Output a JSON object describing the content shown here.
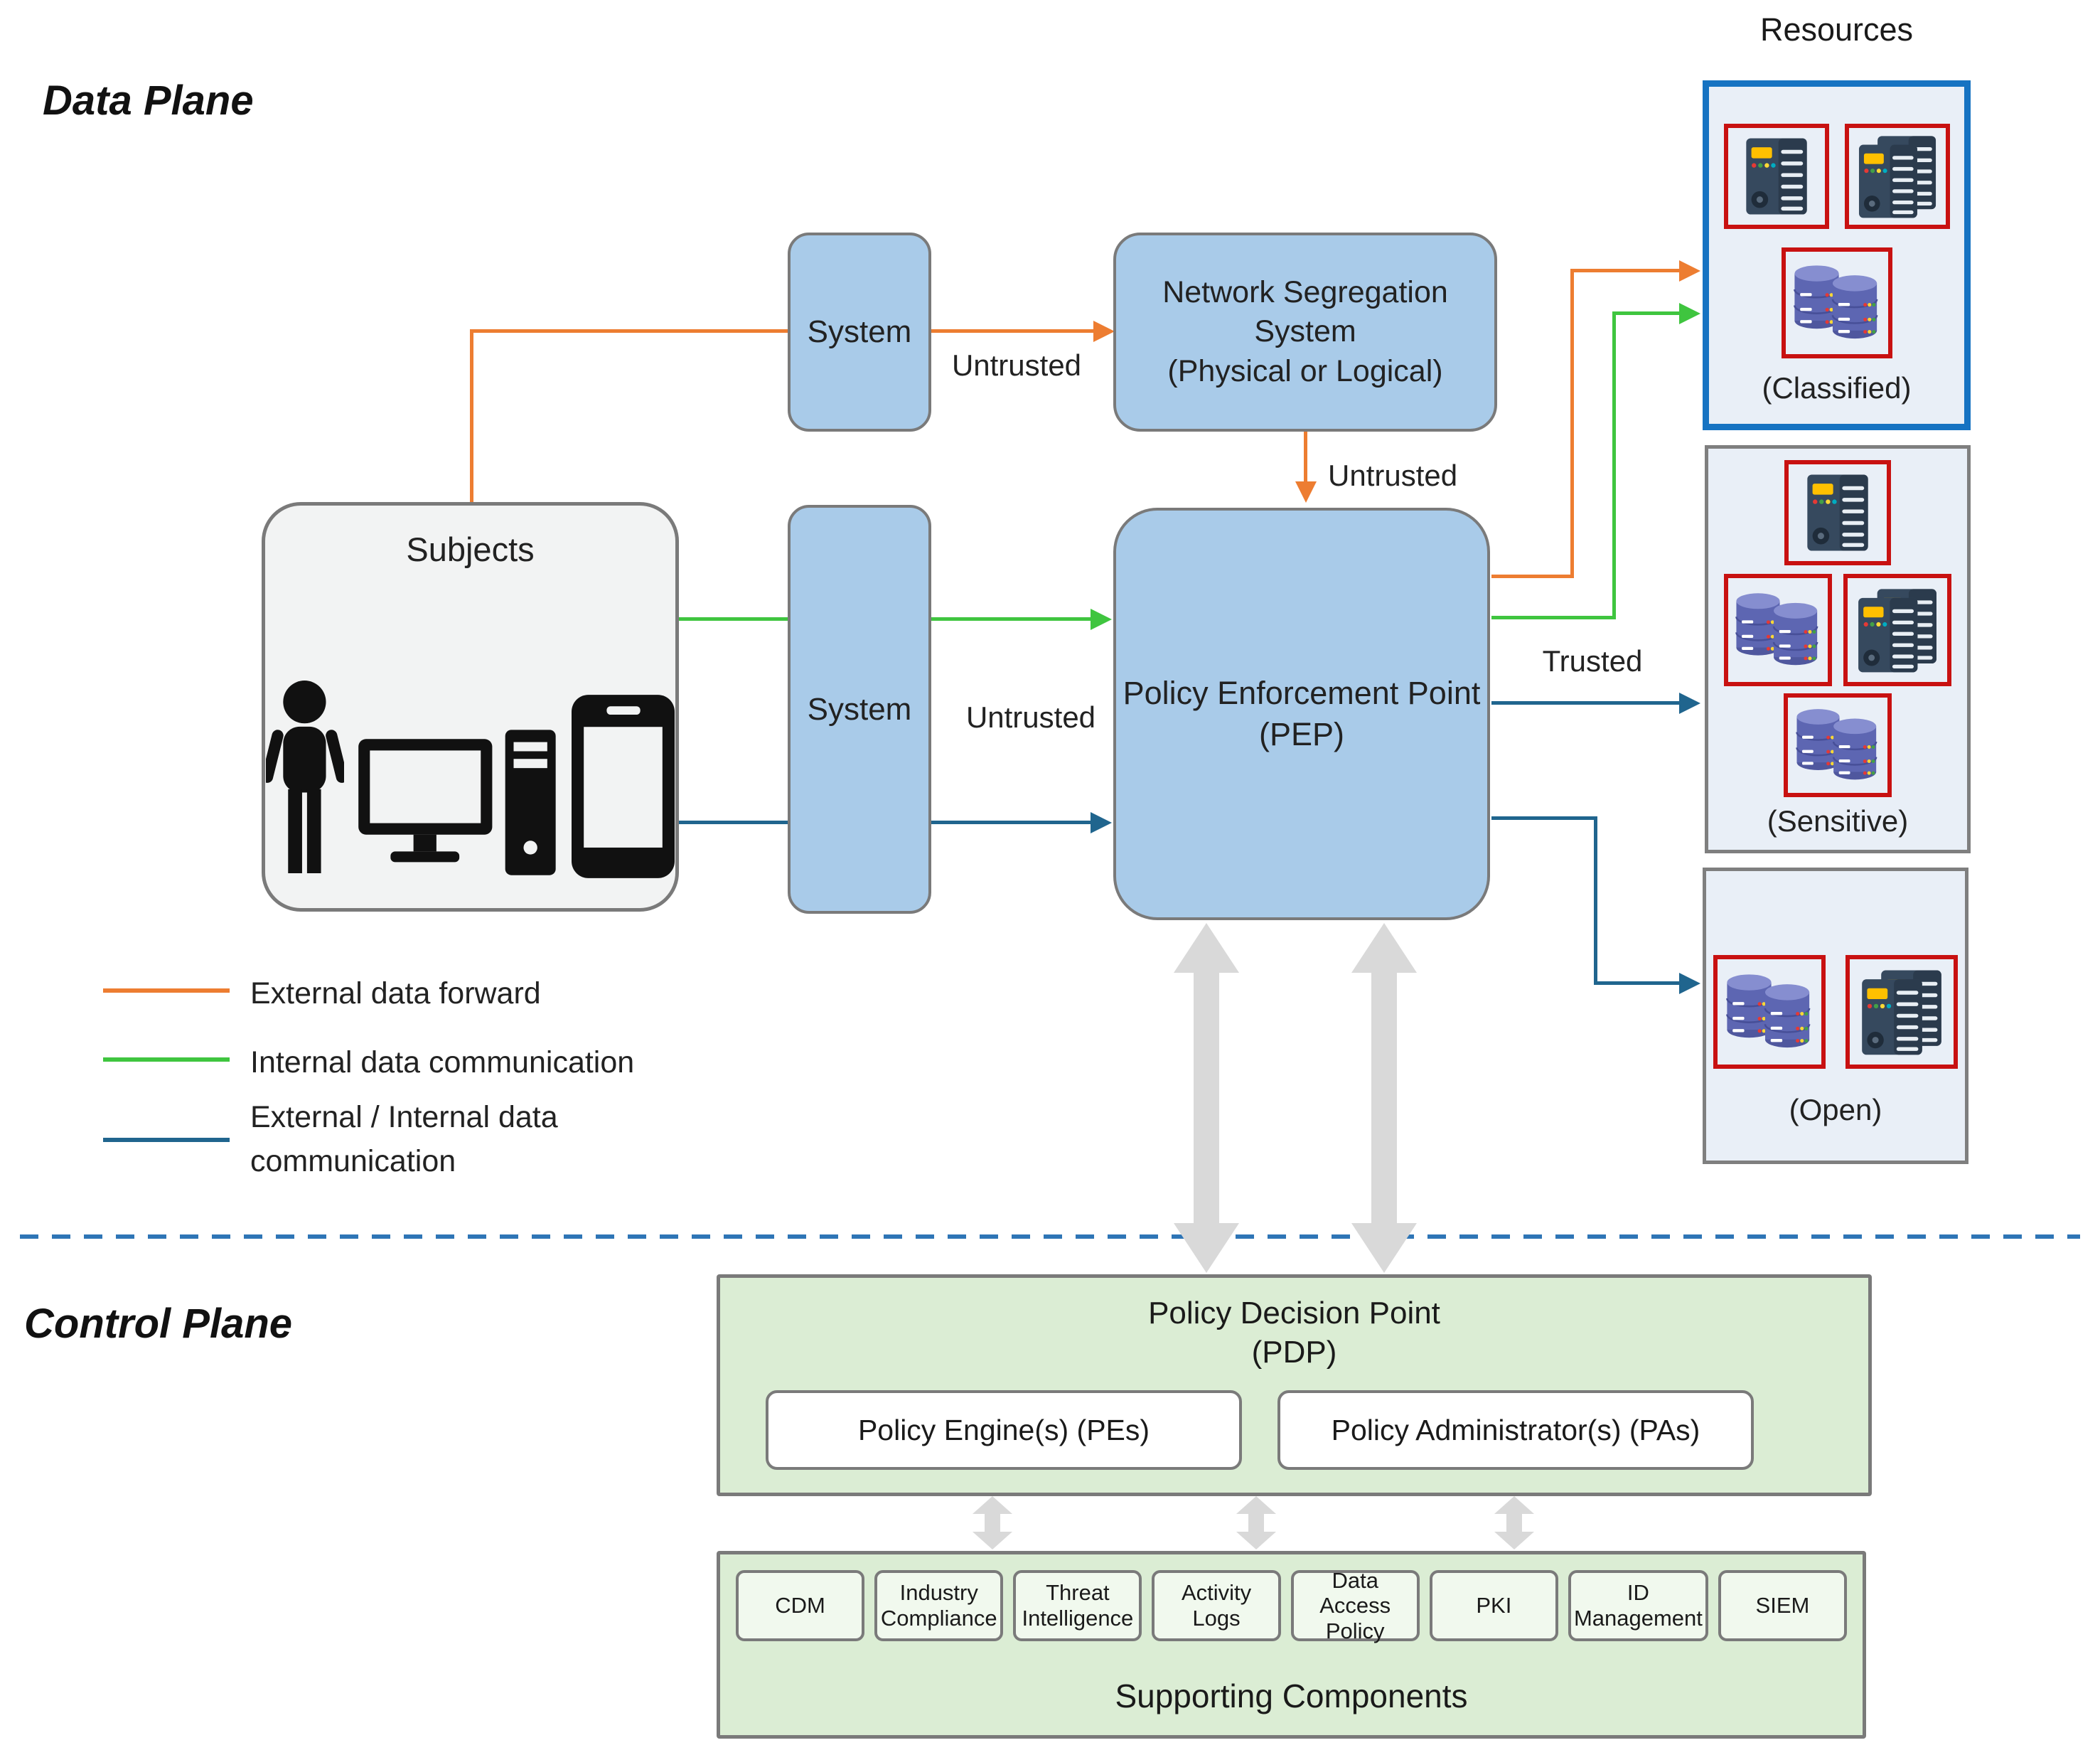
{
  "planes": {
    "data_plane": "Data Plane",
    "control_plane": "Control Plane"
  },
  "resources": {
    "title": "Resources",
    "classified_caption": "(Classified)",
    "sensitive_caption": "(Sensitive)",
    "open_caption": "(Open)"
  },
  "nodes": {
    "subjects": "Subjects",
    "system_top": "System",
    "system_bottom": "System",
    "nss_line1": "Network Segregation",
    "nss_line2": "System",
    "nss_line3": "(Physical or Logical)",
    "pep_line1": "Policy Enforcement Point",
    "pep_line2": "(PEP)",
    "pdp_line1": "Policy Decision Point",
    "pdp_line2": "(PDP)",
    "policy_engine": "Policy Engine(s) (PEs)",
    "policy_administrator": "Policy Administrator(s) (PAs)",
    "supporting_label": "Supporting Components"
  },
  "supporting_components": [
    "CDM",
    "Industry Compliance",
    "Threat Intelligence",
    "Activity Logs",
    "Data Access Policy",
    "PKI",
    "ID Management",
    "SIEM"
  ],
  "edge_labels": {
    "untrusted_system_to_nss": "Untrusted",
    "untrusted_nss_to_pep": "Untrusted",
    "untrusted_system_to_pep": "Untrusted",
    "trusted_pep_to_sensitive": "Trusted"
  },
  "legend": {
    "items": [
      {
        "label": "External data forward",
        "color": "#ED7D31"
      },
      {
        "label": "Internal data communication",
        "color": "#3FC53F"
      },
      {
        "label": "External / Internal data communication",
        "color": "#20658E"
      }
    ]
  },
  "icons": {
    "subjects": [
      "person-icon",
      "desktop-computer-icon",
      "smartphone-icon"
    ],
    "resources": [
      "server-icon",
      "server-stack-icon",
      "database-stack-icon"
    ]
  },
  "colors": {
    "external_forward": "#ED7D31",
    "internal_communication": "#3FC53F",
    "external_internal_communication": "#20658E",
    "plane_separator": "#2E75B6",
    "node_fill_blue": "#A9CBE9",
    "subjects_fill": "#F2F3F3",
    "resource_fill": "#E9EFF7",
    "classified_border": "#1673C2",
    "resource_item_border": "#C81111",
    "control_fill_green": "#DBEDD4",
    "chip_fill": "#F1F9EE",
    "gray_arrow": "#D9D9D9",
    "box_border_gray": "#7A7A7A"
  }
}
